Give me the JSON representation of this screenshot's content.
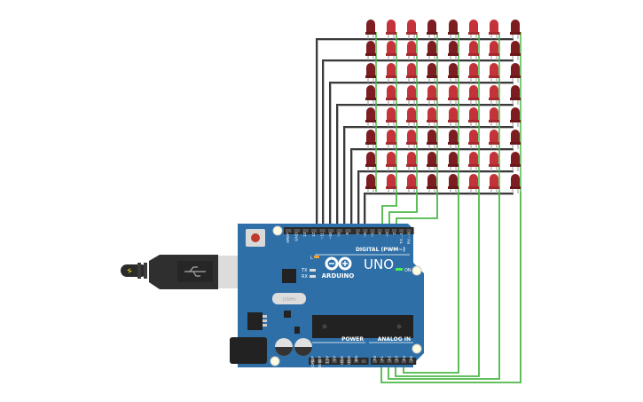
{
  "board": {
    "logo_text": "ARDUINO",
    "model": "UNO",
    "digital_label": "DIGITAL (PWM~)",
    "power_label": "POWER",
    "analog_label": "ANALOG IN",
    "on_label": "ON",
    "tx_label": "TX",
    "rx_label": "RX",
    "l_label": "L",
    "crystal_label": "16MHz",
    "digital_pins": [
      "AREF",
      "GND",
      "13",
      "12",
      "~11",
      "~10",
      "~9",
      "8",
      "7",
      "~6",
      "~5",
      "4",
      "~3",
      "2",
      "TX→1",
      "RX←0"
    ],
    "power_pins": [
      "IOREF",
      "RESET",
      "3.3V",
      "5V",
      "GND",
      "GND",
      "Vin"
    ],
    "analog_pins": [
      "A0",
      "A1",
      "A2",
      "A3",
      "A4",
      "A5"
    ]
  },
  "matrix": {
    "rows": 8,
    "cols": 8,
    "pattern": [
      [
        0,
        1,
        1,
        0,
        0,
        1,
        1,
        0
      ],
      [
        0,
        1,
        1,
        0,
        0,
        1,
        1,
        0
      ],
      [
        0,
        1,
        1,
        0,
        0,
        1,
        1,
        0
      ],
      [
        0,
        1,
        1,
        1,
        1,
        1,
        1,
        0
      ],
      [
        0,
        1,
        1,
        1,
        1,
        1,
        1,
        0
      ],
      [
        0,
        1,
        1,
        0,
        0,
        1,
        1,
        0
      ],
      [
        0,
        1,
        1,
        0,
        0,
        1,
        1,
        0
      ],
      [
        0,
        1,
        1,
        0,
        0,
        1,
        1,
        0
      ]
    ],
    "led_on_color": "#c4333a",
    "led_off_color": "#7d1d22"
  },
  "wires": {
    "row_wire_color": "#3a3a3a",
    "col_wire_color": "#4db848"
  },
  "colors": {
    "board": "#2e6fa7",
    "header": "#2a2a2a"
  }
}
